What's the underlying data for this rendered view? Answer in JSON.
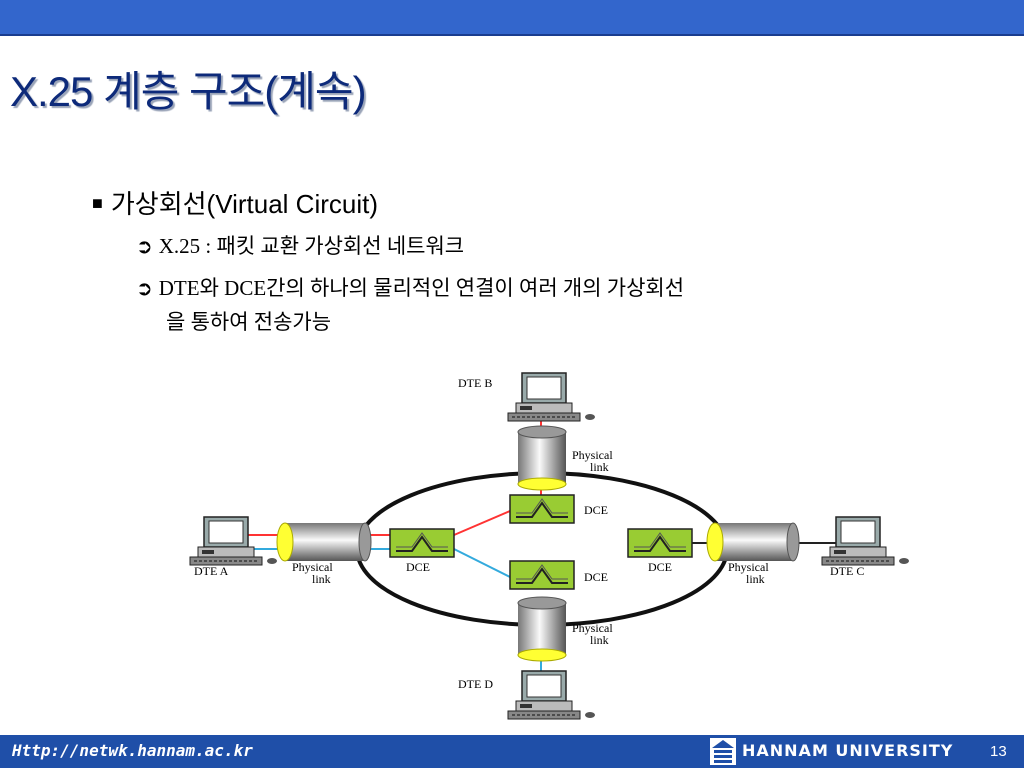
{
  "slide": {
    "title": "X.25 계층 구조(계속)",
    "bullet_marker": "■",
    "bullet": "가상회선(Virtual Circuit)",
    "sub_arrow": "➲",
    "sub1": "X.25 : 패킷 교환 가상회선 네트워크",
    "sub2_line1": "DTE와 DCE간의 하나의 물리적인 연결이 여러 개의 가상회선",
    "sub2_line2": "을 통하여 전송가능"
  },
  "diagram": {
    "dte_a": "DTE A",
    "dte_b": "DTE B",
    "dte_c": "DTE C",
    "dte_d": "DTE D",
    "dce": "DCE",
    "physical": "Physical",
    "link": "link"
  },
  "footer": {
    "url": "Http://netwk.hannam.ac.kr",
    "university": "HANNAM UNIVERSITY",
    "page": "13"
  },
  "colors": {
    "header_bar": "#3366cc",
    "title": "#0d2a7a",
    "dce_box": "#99cc33",
    "link_red": "#ff3333",
    "link_blue": "#33aadd",
    "cylinder_end": "#ffff33"
  }
}
